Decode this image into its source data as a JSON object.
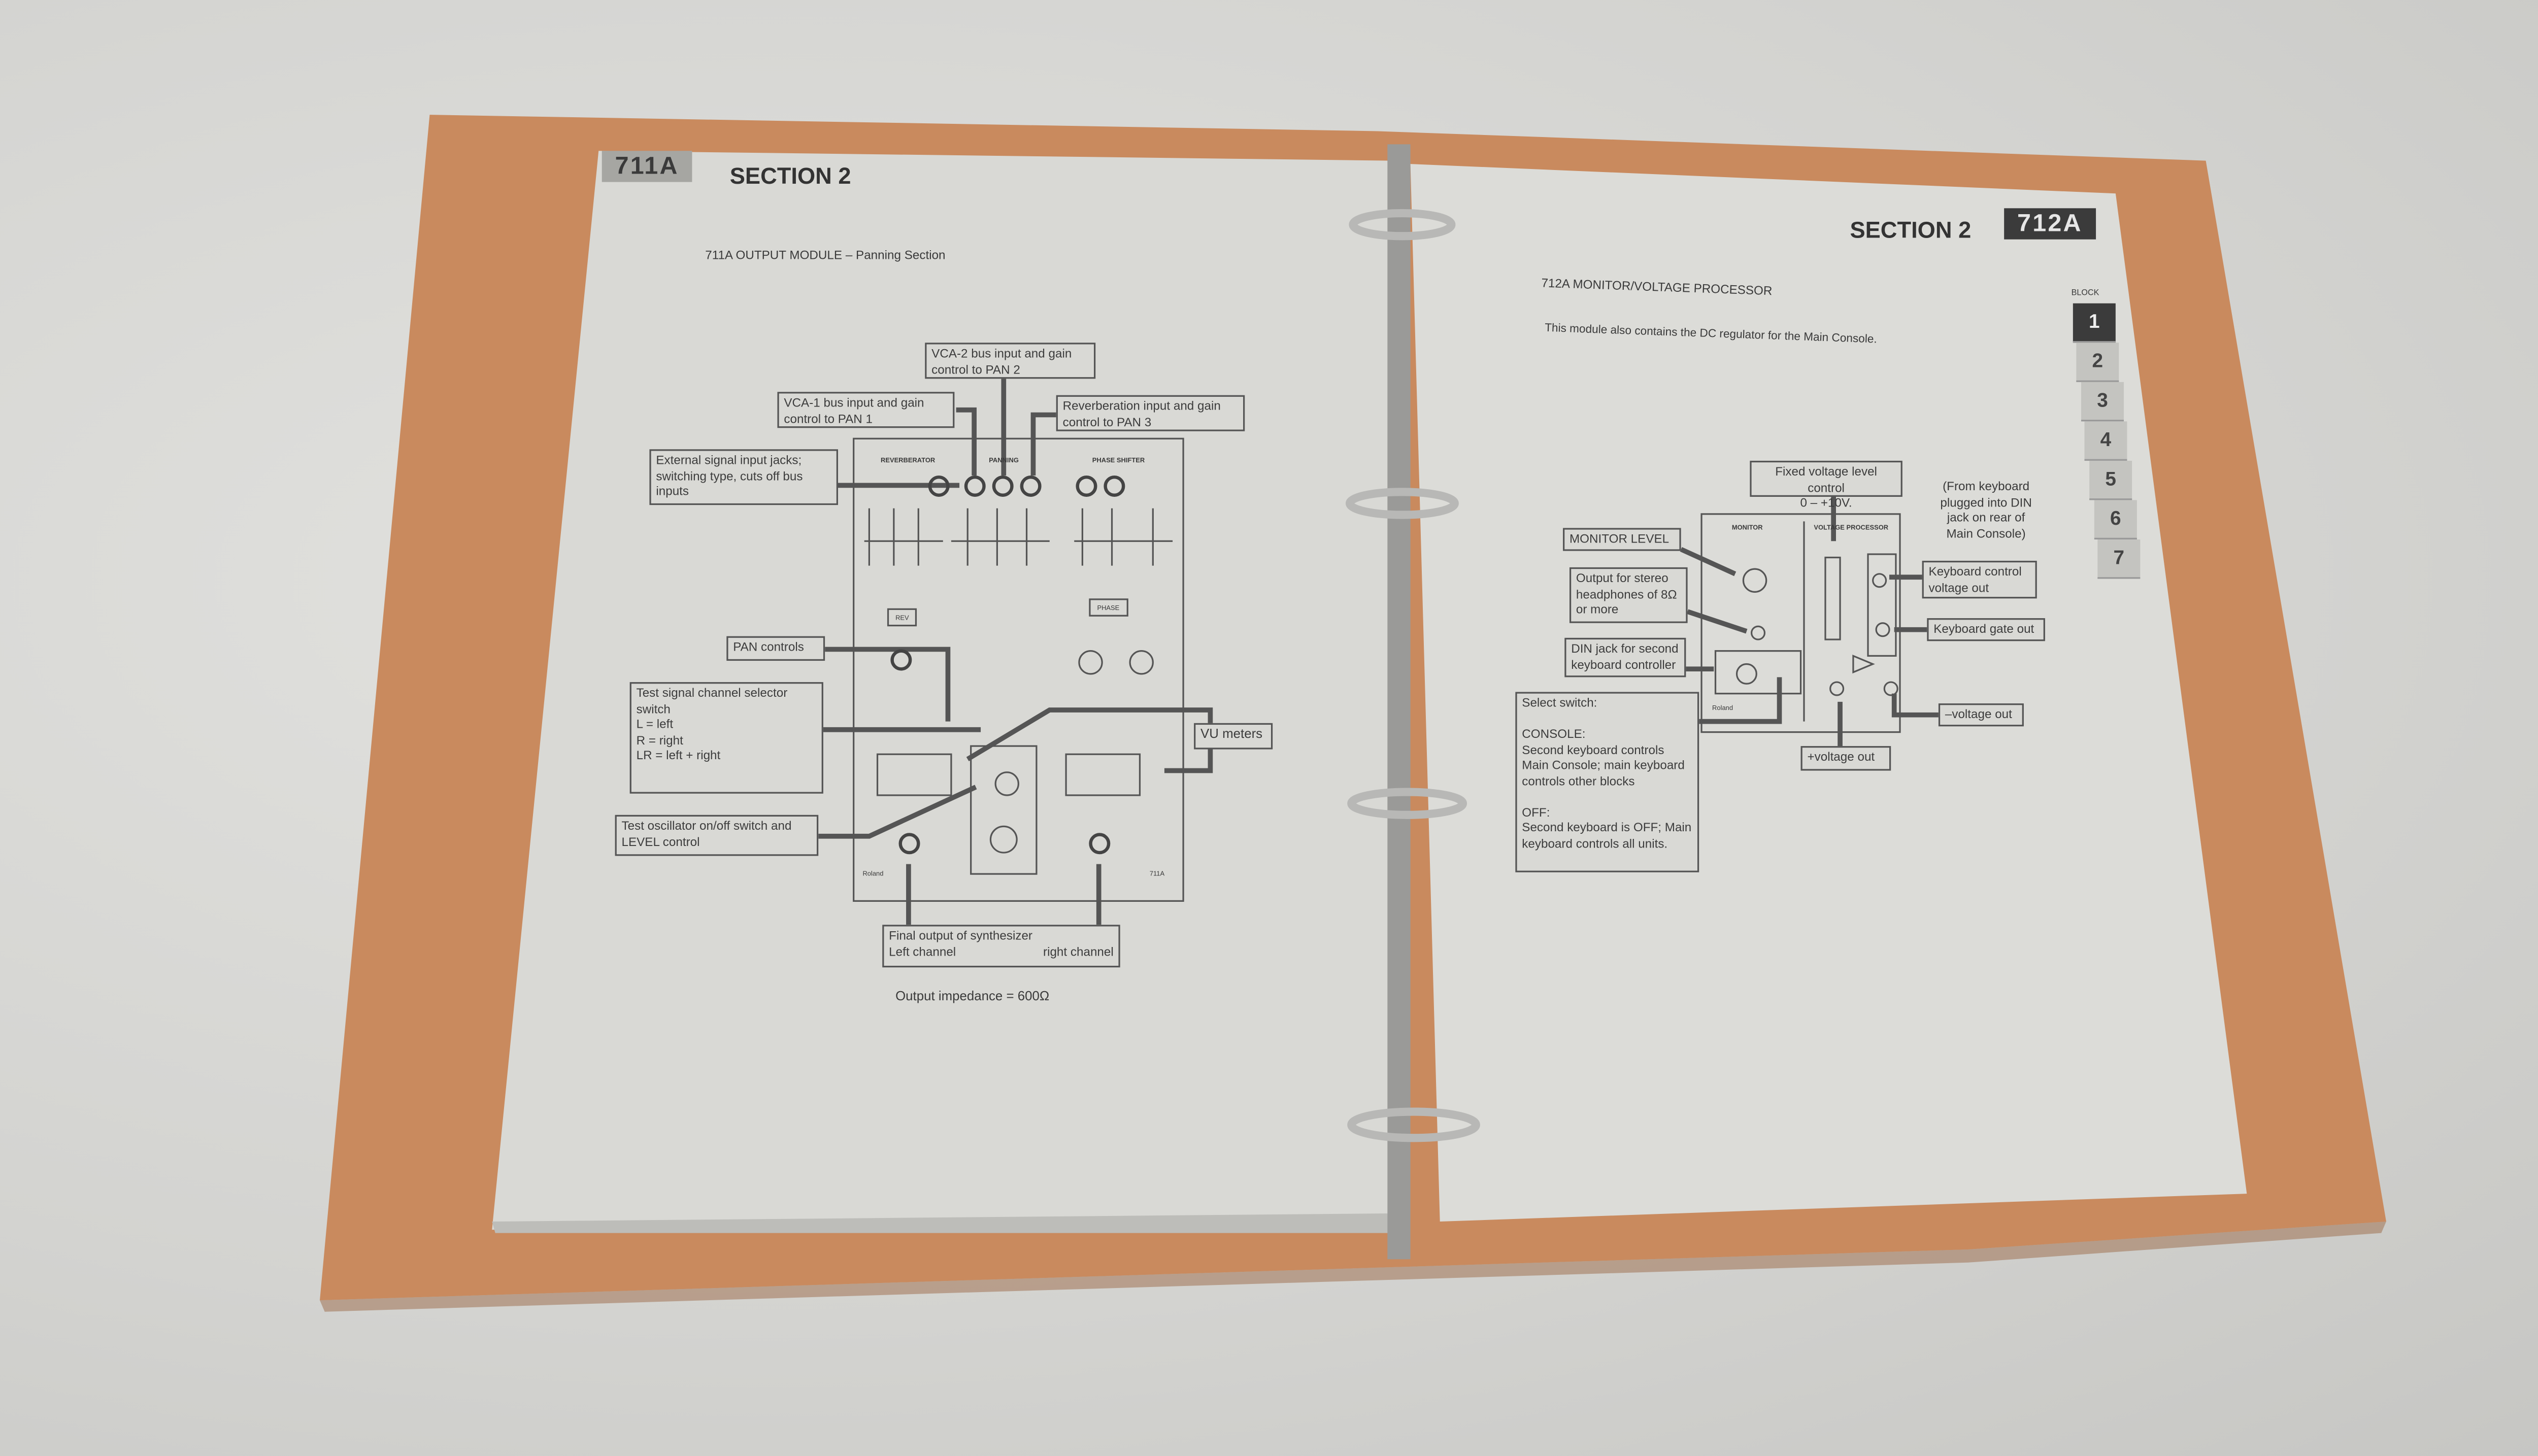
{
  "colors": {
    "folder": "#c98a5e",
    "page": "#d9d9d5",
    "tab_active": "#3b3b3b",
    "background": "#d6d6d3"
  },
  "left_page": {
    "module_badge": "711A",
    "section": "SECTION 2",
    "subtitle": "711A OUTPUT MODULE",
    "subtitle_suffix": "– Panning Section",
    "callouts": {
      "vca2": "VCA-2 bus input and gain control to PAN 2",
      "vca1": "VCA-1 bus input and gain control to PAN 1",
      "reverb": "Reverberation input and gain control to PAN 3",
      "external": "External signal input jacks; switching type, cuts off bus inputs",
      "pan": "PAN controls",
      "test_signal": "Test signal channel selector switch\n  L = left\n  R = right\n  LR = left + right",
      "vu": "VU meters",
      "test_osc": "Test oscillator on/off switch and LEVEL control",
      "final_title": "Final output of synthesizer",
      "final_left": "Left channel",
      "final_right": "right channel"
    },
    "panel_labels": {
      "reverberator": "REVERBERATOR",
      "panning": "PANNING",
      "phase": "PHASE SHIFTER",
      "rev": "REV",
      "phase_btn": "PHASE",
      "brand": "Roland",
      "model": "711A"
    },
    "footer": "Output impedance = 600Ω"
  },
  "right_page": {
    "section": "SECTION 2",
    "module_badge": "712A",
    "title": "712A MONITOR/VOLTAGE PROCESSOR",
    "description": "This module also contains the DC regulator for the Main Console.",
    "block_label": "BLOCK",
    "blocks": [
      "1",
      "2",
      "3",
      "4",
      "5",
      "6",
      "7"
    ],
    "active_block": "1",
    "callouts": {
      "fixed": "Fixed voltage level control\n0 – +10V.",
      "from_keyboard": "(From keyboard plugged into DIN jack on rear of Main Console)",
      "monitor_level": "MONITOR LEVEL",
      "headphones": "Output for stereo headphones of 8Ω or more",
      "din": "DIN jack for second keyboard controller",
      "select": "Select switch:\n\nCONSOLE:\nSecond keyboard controls Main Console; main keyboard controls other blocks\n\nOFF:\nSecond keyboard is OFF; Main keyboard controls all units.",
      "kb_cv": "Keyboard control voltage out",
      "kb_gate": "Keyboard gate out",
      "minus_v": "–voltage out",
      "plus_v": "+voltage out"
    },
    "panel_labels": {
      "monitor": "MONITOR",
      "voltage_processor": "VOLTAGE PROCESSOR",
      "brand": "Roland"
    }
  }
}
